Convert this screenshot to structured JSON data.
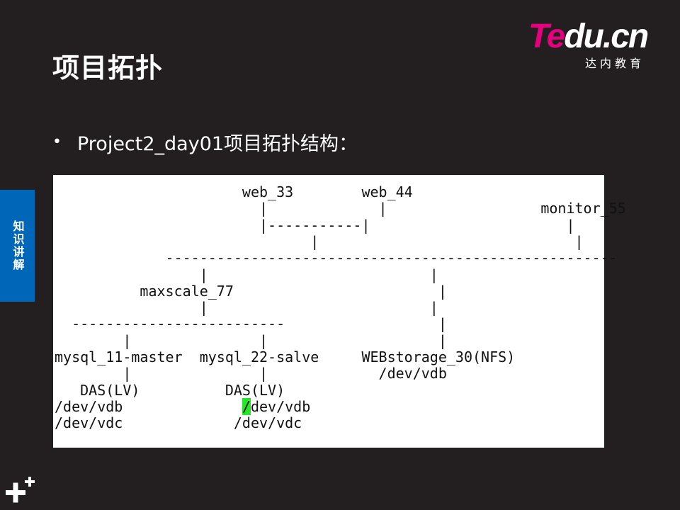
{
  "slide": {
    "title": "项目拓扑",
    "bullet": "Project2_day01项目拓扑结构：",
    "side_tab": "知识讲解"
  },
  "logo": {
    "t": "T",
    "e": "e",
    "du": "du",
    "dot": ".",
    "cn": "cn",
    "subtitle": "达内教育"
  },
  "topology": {
    "lines": [
      {
        "pre": "                      web_33        web_44"
      },
      {
        "pre": "                        |             |                  monitor_55"
      },
      {
        "pre": "                        |-----------|                       |"
      },
      {
        "pre": "                              |                              |"
      },
      {
        "pre": "             -----------------------------------------------------"
      },
      {
        "pre": "                 |                          |"
      },
      {
        "pre": "          maxscale_77                        |"
      },
      {
        "pre": "                 |                          |"
      },
      {
        "pre": "  -------------------------                  |"
      },
      {
        "pre": "        |               |                    |"
      },
      {
        "pre": "mysql_11-master  mysql_22-salve     WEBstorage_30(NFS)"
      },
      {
        "pre": "        |               |             /dev/vdb"
      },
      {
        "pre": "   DAS(LV)          DAS(LV)"
      },
      {
        "pre": "/dev/vdb              ",
        "hl": "/",
        "post": "dev/vdb"
      },
      {
        "pre": "/dev/vdc             /dev/vdc"
      }
    ],
    "highlight_color": "#27e627"
  },
  "colors": {
    "background": "#231f20",
    "side_tab": "#0067b8",
    "logo_accent": "#e6007e"
  },
  "icons": [
    "plus-plus-icon"
  ]
}
